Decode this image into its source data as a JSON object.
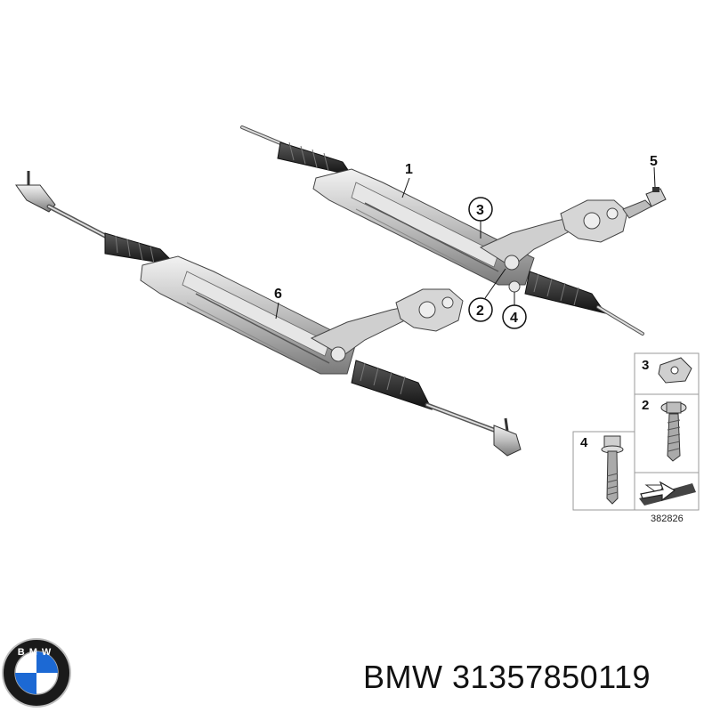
{
  "callouts": {
    "part1": "1",
    "part2": "2",
    "part3": "3",
    "part4": "4",
    "part5": "5",
    "part6": "6"
  },
  "legend": {
    "box3": "3",
    "box2": "2",
    "box4": "4"
  },
  "diagram_ref": "382826",
  "logo": {
    "text": "BMW"
  },
  "brand_line": "BMW 31357850119",
  "colors": {
    "rack_body": "#c9c9c9",
    "rack_dark": "#6e6e6e",
    "boot": "#2a2a2a",
    "logo_blue": "#1c69d4",
    "logo_ring": "#1a1a1a"
  }
}
